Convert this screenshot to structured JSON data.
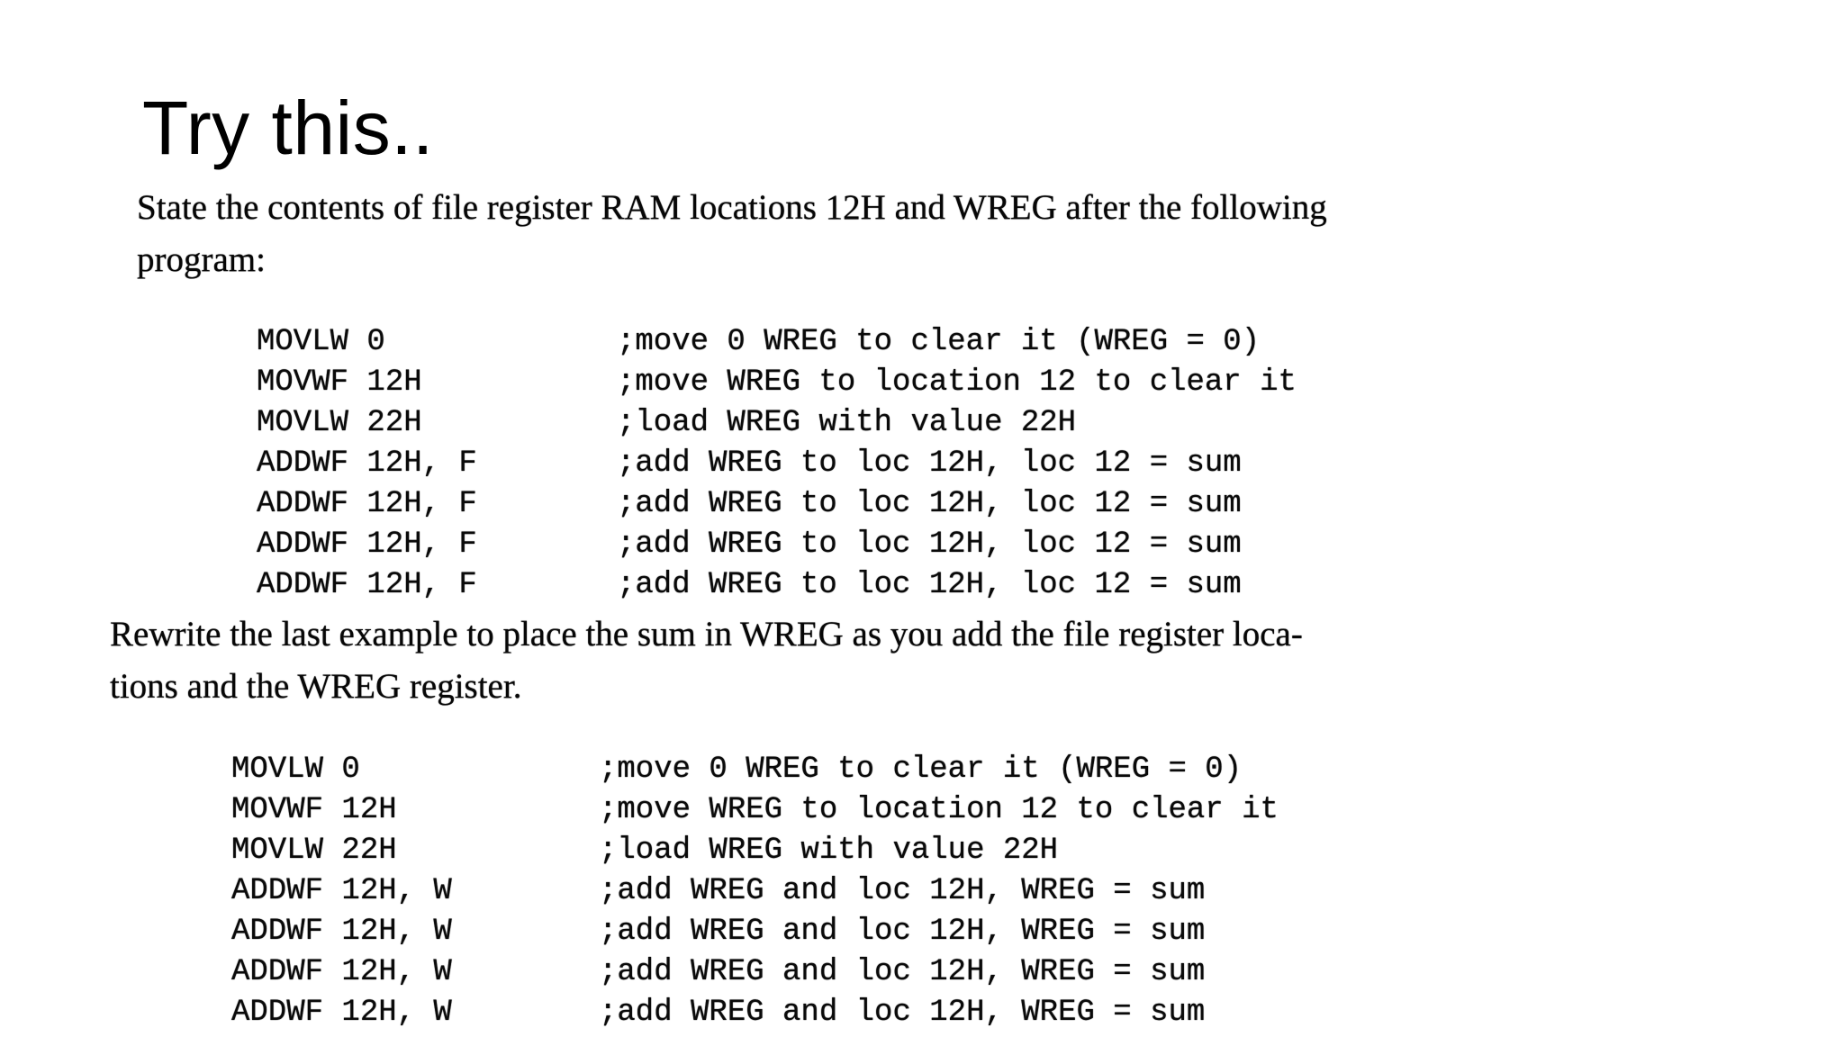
{
  "slide": {
    "title": "Try this..",
    "colors": {
      "background": "#ffffff",
      "text": "#0a0a0a"
    },
    "problem_text": {
      "line1": "State the contents of file register RAM locations 12H and WREG after the following",
      "line2": "program:"
    },
    "program1": {
      "lines": [
        {
          "instruction": "MOVLW 0",
          "comment": ";move 0 WREG to clear it (WREG = 0)"
        },
        {
          "instruction": "MOVWF 12H",
          "comment": ";move WREG to location 12 to clear it"
        },
        {
          "instruction": "MOVLW 22H",
          "comment": ";load WREG with value 22H"
        },
        {
          "instruction": "ADDWF 12H, F",
          "comment": ";add WREG to loc 12H, loc 12 = sum"
        },
        {
          "instruction": "ADDWF 12H, F",
          "comment": ";add WREG to loc 12H, loc 12 = sum"
        },
        {
          "instruction": "ADDWF 12H, F",
          "comment": ";add WREG to loc 12H, loc 12 = sum"
        },
        {
          "instruction": "ADDWF 12H, F",
          "comment": ";add WREG to loc 12H, loc 12 = sum"
        }
      ]
    },
    "followup_text": {
      "line1": "Rewrite the last example to place the sum in WREG as you add the file register loca-",
      "line2": "tions and the WREG register."
    },
    "program2": {
      "lines": [
        {
          "instruction": "MOVLW 0",
          "comment": ";move 0 WREG to clear it (WREG = 0)"
        },
        {
          "instruction": "MOVWF 12H",
          "comment": ";move WREG to location 12 to clear it"
        },
        {
          "instruction": "MOVLW 22H",
          "comment": ";load WREG with value 22H"
        },
        {
          "instruction": "ADDWF 12H, W",
          "comment": ";add WREG and loc 12H, WREG = sum"
        },
        {
          "instruction": "ADDWF 12H, W",
          "comment": ";add WREG and loc 12H, WREG = sum"
        },
        {
          "instruction": "ADDWF 12H, W",
          "comment": ";add WREG and loc 12H, WREG = sum"
        },
        {
          "instruction": "ADDWF 12H, W",
          "comment": ";add WREG and loc 12H, WREG = sum"
        }
      ]
    }
  }
}
